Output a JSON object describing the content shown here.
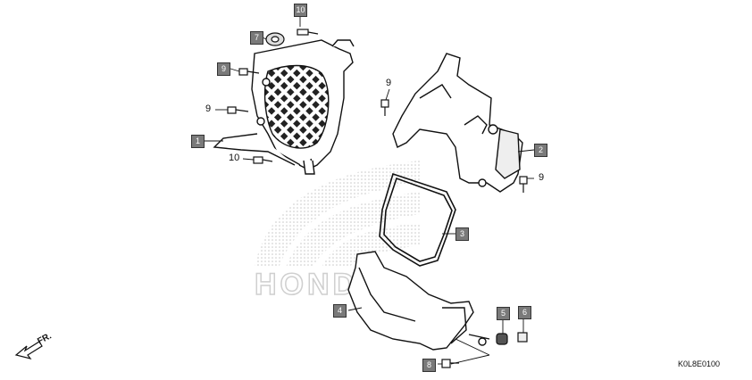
{
  "diagram": {
    "watermark": "HONDA",
    "code": "K0L8E0100",
    "direction_label": "FR.",
    "callouts": [
      {
        "id": "c10a",
        "label": "10",
        "boxed": true
      },
      {
        "id": "c7",
        "label": "7",
        "boxed": true
      },
      {
        "id": "c9a",
        "label": "9",
        "boxed": true
      },
      {
        "id": "c9b",
        "label": "9",
        "boxed": false
      },
      {
        "id": "c1",
        "label": "1",
        "boxed": true
      },
      {
        "id": "c10b",
        "label": "10",
        "boxed": false
      },
      {
        "id": "c9c",
        "label": "9",
        "boxed": false
      },
      {
        "id": "c2",
        "label": "2",
        "boxed": true
      },
      {
        "id": "c9d",
        "label": "9",
        "boxed": false
      },
      {
        "id": "c3",
        "label": "3",
        "boxed": true
      },
      {
        "id": "c4",
        "label": "4",
        "boxed": true
      },
      {
        "id": "c5",
        "label": "5",
        "boxed": true
      },
      {
        "id": "c6",
        "label": "6",
        "boxed": true
      },
      {
        "id": "c8",
        "label": "8",
        "boxed": true
      }
    ]
  }
}
